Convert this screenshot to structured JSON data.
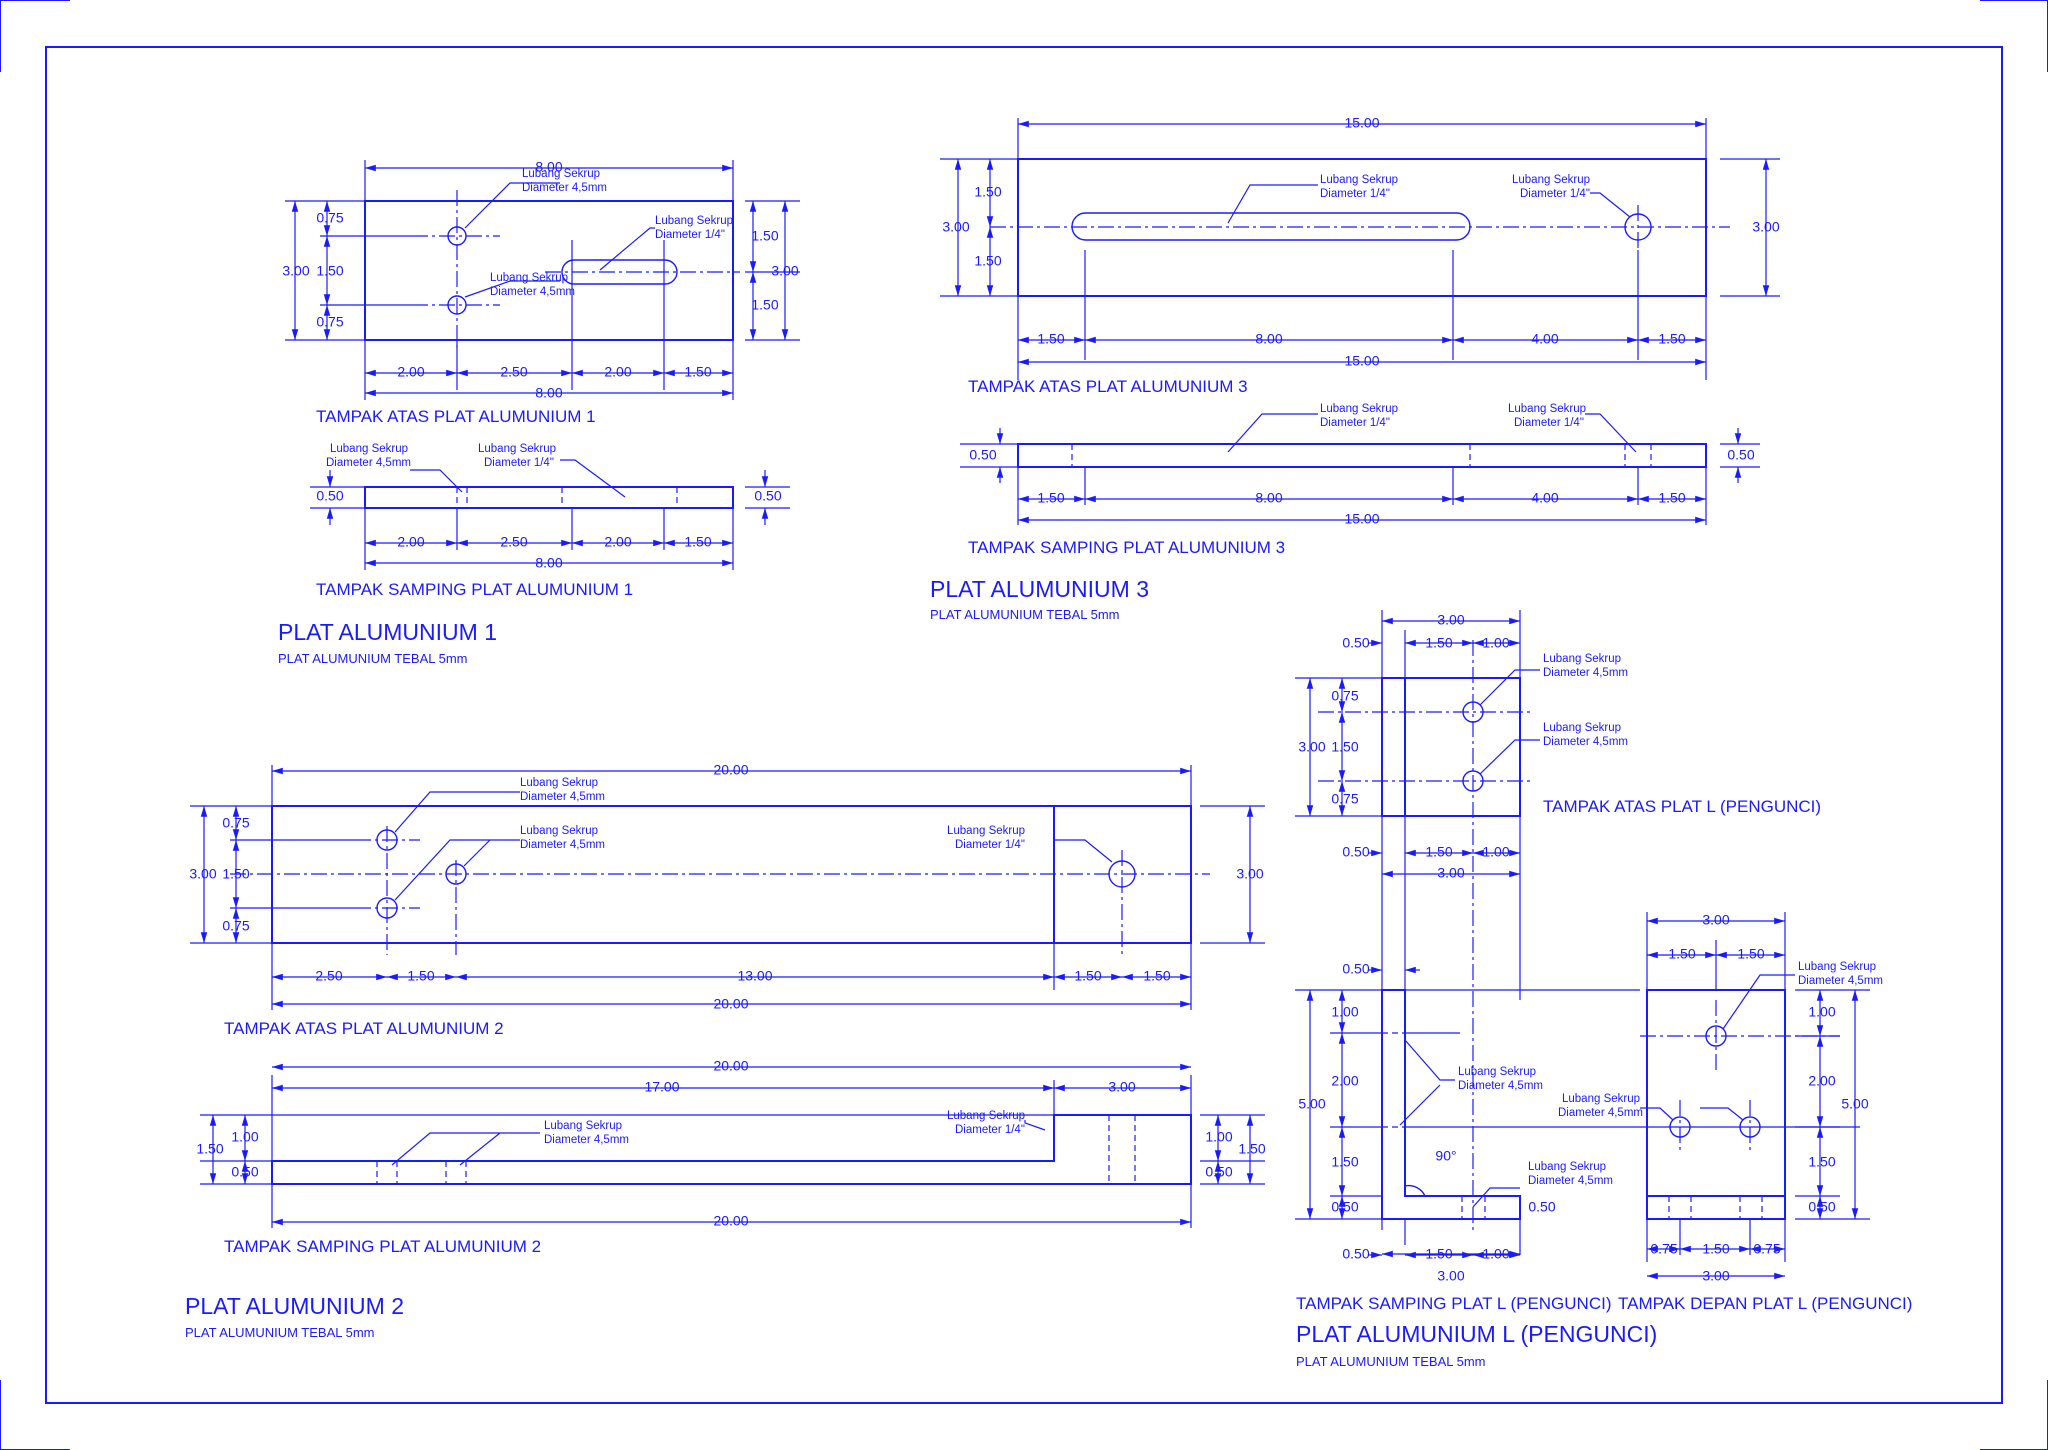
{
  "sheet": {
    "border_color": "#1a1aff",
    "background": "#ffffff"
  },
  "notes": {
    "screw_45": [
      "Lubang Sekrup",
      "Diameter 4,5mm"
    ],
    "screw_14": [
      "Lubang Sekrup",
      "Diameter 1/4\""
    ]
  },
  "plate1": {
    "title": "PLAT ALUMUNIUM 1",
    "subtitle": "PLAT ALUMUNIUM TEBAL 5mm",
    "top_view_label": "TAMPAK ATAS PLAT ALUMUNIUM 1",
    "side_view_label": "TAMPAK SAMPING PLAT ALUMUNIUM 1",
    "dims": {
      "overall_length": "8.00",
      "overall_width": "3.00",
      "left_vertical": [
        "0.75",
        "1.50",
        "0.75"
      ],
      "right_vertical": [
        "1.50",
        "1.50"
      ],
      "bottom_chain": [
        "2.00",
        "2.50",
        "2.00",
        "1.50"
      ],
      "thickness": "0.50"
    }
  },
  "plate2": {
    "title": "PLAT ALUMUNIUM 2",
    "subtitle": "PLAT ALUMUNIUM TEBAL 5mm",
    "top_view_label": "TAMPAK ATAS PLAT ALUMUNIUM 2",
    "side_view_label": "TAMPAK SAMPING PLAT ALUMUNIUM 2",
    "dims": {
      "overall_length": "20.00",
      "overall_width": "3.00",
      "left_vertical": [
        "0.75",
        "1.50",
        "0.75"
      ],
      "bottom_chain": [
        "2.50",
        "1.50",
        "13.00",
        "1.50",
        "1.50"
      ],
      "side_top": [
        "17.00",
        "3.00"
      ],
      "side_left": [
        "1.50",
        "1.00",
        "0.50"
      ],
      "side_right": [
        "1.00",
        "0.50",
        "1.50"
      ]
    }
  },
  "plate3": {
    "title": "PLAT ALUMUNIUM 3",
    "subtitle": "PLAT ALUMUNIUM TEBAL 5mm",
    "top_view_label": "TAMPAK ATAS PLAT ALUMUNIUM 3",
    "side_view_label": "TAMPAK SAMPING PLAT ALUMUNIUM 3",
    "dims": {
      "overall_length": "15.00",
      "overall_width": "3.00",
      "left_vertical": [
        "1.50",
        "1.50"
      ],
      "bottom_chain": [
        "1.50",
        "8.00",
        "4.00",
        "1.50"
      ],
      "thickness": "0.50"
    }
  },
  "plateL": {
    "title": "PLAT ALUMUNIUM L (PENGUNCI)",
    "subtitle": "PLAT ALUMUNIUM TEBAL 5mm",
    "top_view_label": "TAMPAK ATAS PLAT L (PENGUNCI)",
    "side_view_label": "TAMPAK SAMPING PLAT L (PENGUNCI)",
    "front_view_label": "TAMPAK DEPAN PLAT L (PENGUNCI)",
    "angle": "90°",
    "dims": {
      "width": "3.00",
      "chain": [
        "0.50",
        "1.50",
        "1.00"
      ],
      "top_vertical": [
        "0.75",
        "1.50",
        "0.75"
      ],
      "height": "5.00",
      "side_vertical": [
        "1.00",
        "2.00",
        "1.50",
        "0.50"
      ],
      "front_top": [
        "1.50",
        "1.50"
      ],
      "front_bottom": [
        "0.75",
        "1.50",
        "0.75"
      ]
    }
  }
}
